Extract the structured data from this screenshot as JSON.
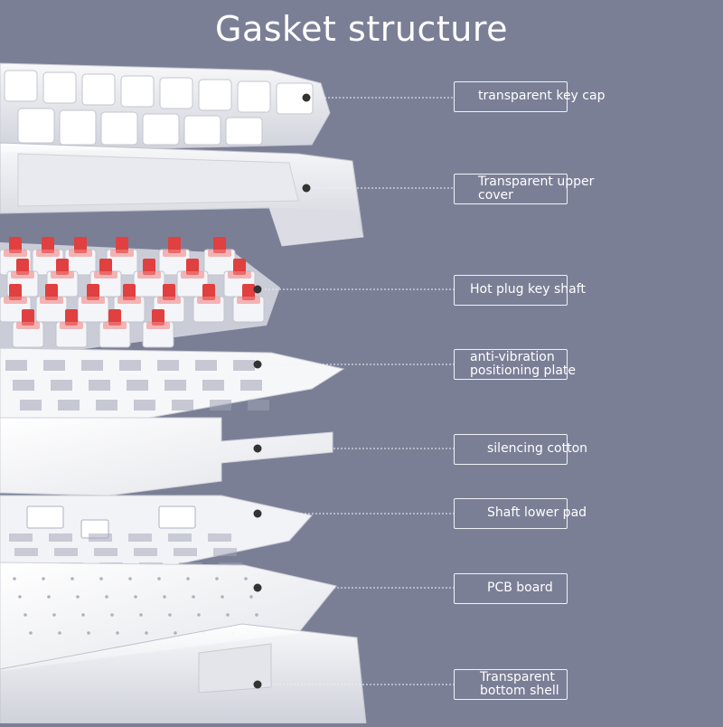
{
  "title": "Gasket structure",
  "colors": {
    "background": "#7b7f96",
    "layer_white": "#f3f4f7",
    "switch_red": "#e0403f",
    "label_border": "#f1f2f6"
  },
  "layers": [
    {
      "id": "keycap",
      "label": "transparent key cap"
    },
    {
      "id": "upper-cover",
      "label": "Transparent upper cover"
    },
    {
      "id": "switch",
      "label": "Hot plug key shaft"
    },
    {
      "id": "plate",
      "label": "anti-vibration positioning plate"
    },
    {
      "id": "cotton",
      "label": "silencing cotton"
    },
    {
      "id": "lower-pad",
      "label": "Shaft lower pad"
    },
    {
      "id": "pcb",
      "label": "PCB board"
    },
    {
      "id": "bottom-shell",
      "label": "Transparent bottom shell"
    }
  ]
}
